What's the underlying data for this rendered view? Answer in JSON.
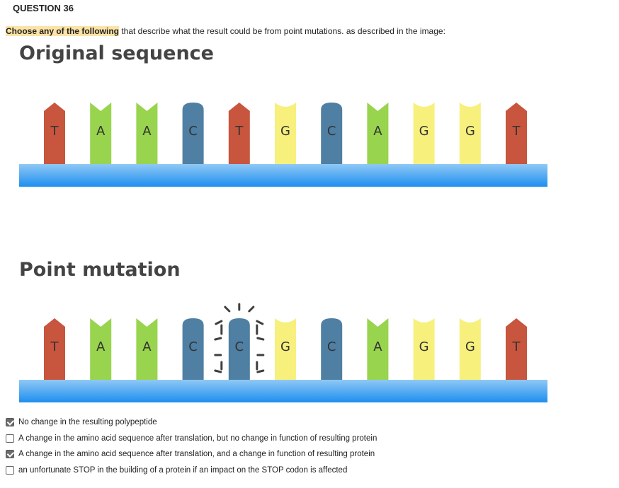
{
  "question": {
    "heading": "QUESTION 36"
  },
  "prompt": {
    "highlighted": "Choose any of the following",
    "rest": " that describe what the result could be from point mutations. as described in the image:"
  },
  "figure": {
    "original_title": "Original sequence",
    "mutation_title": "Point mutation",
    "original_sequence": [
      "T",
      "A",
      "A",
      "C",
      "T",
      "G",
      "C",
      "A",
      "G",
      "G",
      "T"
    ],
    "mutated_sequence": [
      "T",
      "A",
      "A",
      "C",
      "C",
      "G",
      "C",
      "A",
      "G",
      "G",
      "T"
    ],
    "mutated_index": 4,
    "colors": {
      "T": "#c8553d",
      "A": "#98d44d",
      "C": "#4f7fa3",
      "G": "#f7f07d",
      "backbone_top": "#8fc8f5",
      "backbone_bottom": "#1e8fef",
      "burst": "#3f3f3f",
      "letter": "#333333"
    }
  },
  "options": [
    {
      "label": "No change in the resulting polypeptide",
      "checked": true
    },
    {
      "label": "A change in the amino acid sequence after translation, but no change in function of resulting protein",
      "checked": false
    },
    {
      "label": "A change in the amino acid sequence after translation, and a change in function of resulting protein",
      "checked": true
    },
    {
      "label": "an unfortunate STOP in the building of a protein if an impact on the STOP codon is affected",
      "checked": false
    }
  ]
}
